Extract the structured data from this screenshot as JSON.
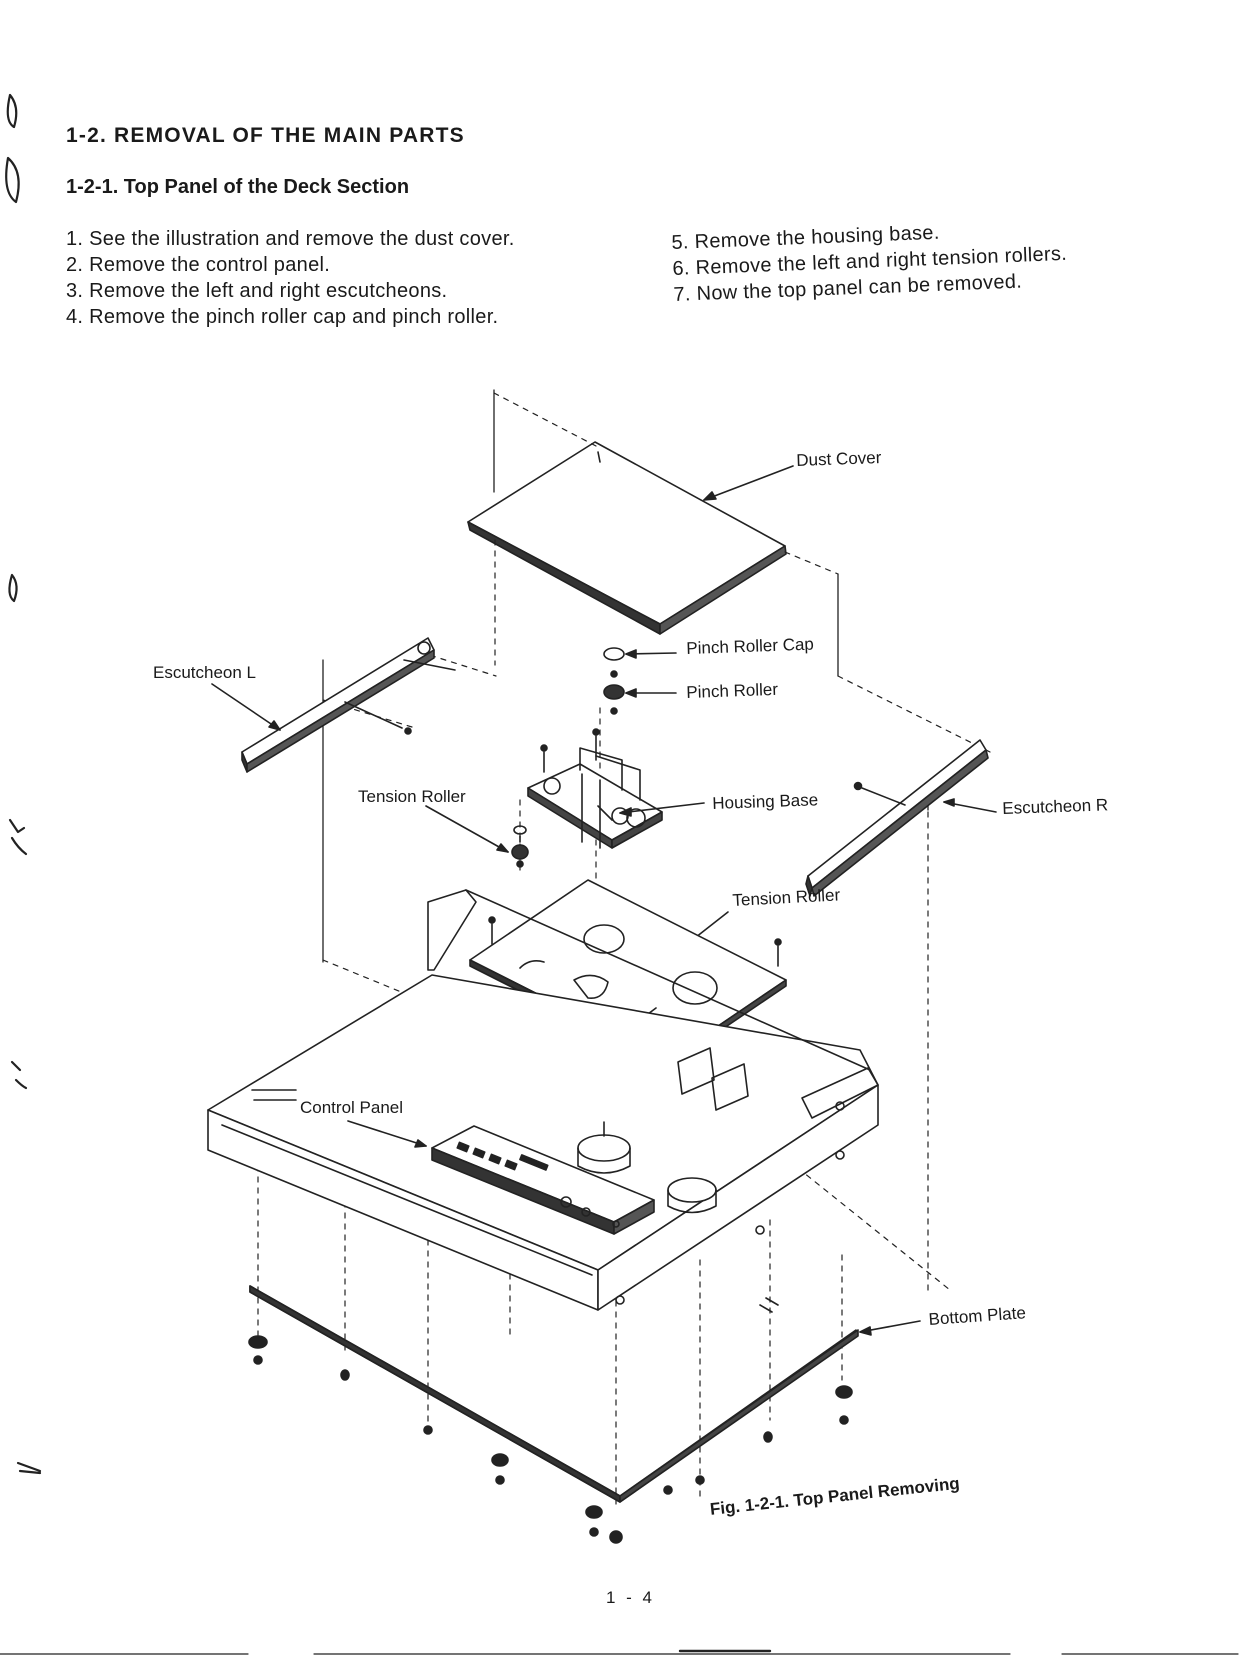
{
  "section": {
    "heading": "1-2. REMOVAL OF THE MAIN PARTS",
    "subheading": "1-2-1. Top Panel of the Deck Section"
  },
  "steps_left": [
    "1. See the illustration and remove the dust cover.",
    "2. Remove the control panel.",
    "3. Remove the left and right escutcheons.",
    "4. Remove the pinch roller cap and pinch roller."
  ],
  "steps_right": [
    "5. Remove the housing base.",
    "6. Remove the left and right tension rollers.",
    "7. Now the top panel can be removed."
  ],
  "figure": {
    "labels": {
      "dust_cover": "Dust Cover",
      "pinch_roller_cap": "Pinch Roller Cap",
      "pinch_roller": "Pinch Roller",
      "escutcheon_l": "Escutcheon L",
      "escutcheon_r": "Escutcheon R",
      "tension_roller_left": "Tension Roller",
      "tension_roller_right": "Tension Roller",
      "housing_base": "Housing Base",
      "control_panel": "Control Panel",
      "bottom_plate": "Bottom Plate"
    },
    "caption": "Fig. 1-2-1. Top Panel Removing"
  },
  "page_number": "1 - 4"
}
